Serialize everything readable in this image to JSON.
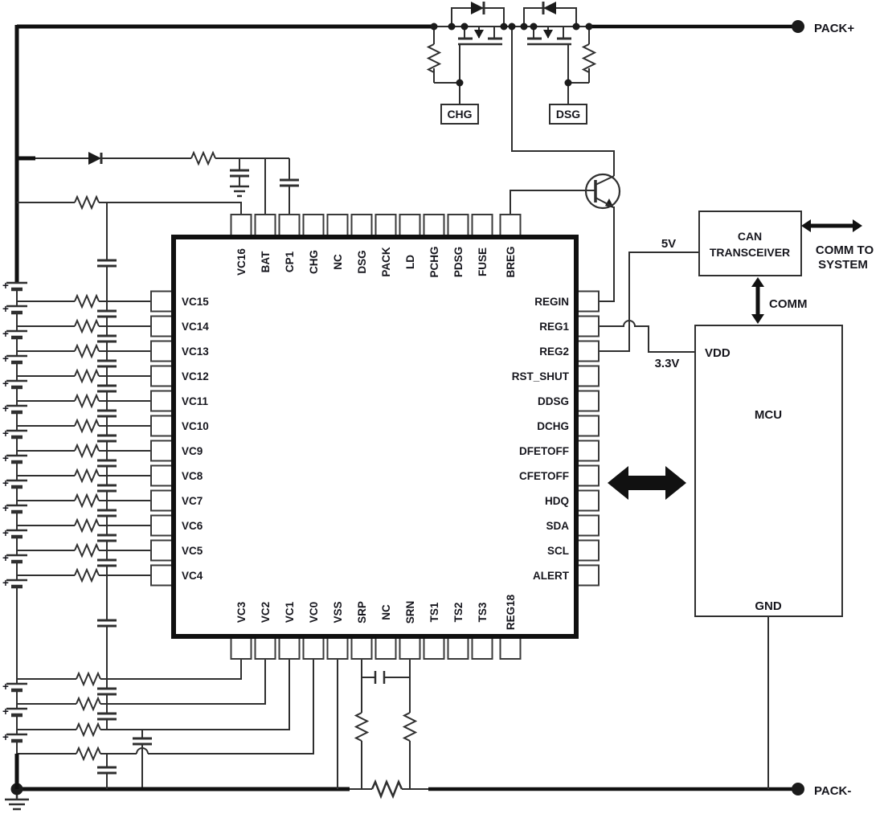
{
  "terminals": {
    "pack_plus": "PACK+",
    "pack_minus": "PACK-"
  },
  "fets": {
    "chg_label": "CHG",
    "dsg_label": "DSG"
  },
  "ic": {
    "top_pins": [
      "VC16",
      "BAT",
      "CP1",
      "CHG",
      "NC",
      "DSG",
      "PACK",
      "LD",
      "PCHG",
      "PDSG",
      "FUSE",
      "BREG"
    ],
    "bottom_pins": [
      "VC3",
      "VC2",
      "VC1",
      "VC0",
      "VSS",
      "SRP",
      "NC",
      "SRN",
      "TS1",
      "TS2",
      "TS3",
      "REG18"
    ],
    "left_pins": [
      "VC15",
      "VC14",
      "VC13",
      "VC12",
      "VC11",
      "VC10",
      "VC9",
      "VC8",
      "VC7",
      "VC6",
      "VC5",
      "VC4"
    ],
    "right_pins": [
      "REGIN",
      "REG1",
      "REG2",
      "RST_SHUT",
      "DDSG",
      "DCHG",
      "DFETOFF",
      "CFETOFF",
      "HDQ",
      "SDA",
      "SCL",
      "ALERT"
    ]
  },
  "blocks": {
    "can_line1": "CAN",
    "can_line2": "TRANSCEIVER",
    "mcu_label": "MCU",
    "mcu_vdd": "VDD",
    "mcu_gnd": "GND"
  },
  "nets": {
    "v5": "5V",
    "v3_3": "3.3V",
    "comm": "COMM",
    "comm_to_system_line1": "COMM TO",
    "comm_to_system_line2": "SYSTEM"
  },
  "battery": {
    "cell_polarity": "+"
  },
  "colors": {
    "line": "#2f2f2f",
    "rail": "#101010",
    "text": "#16161d",
    "background": "#ffffff"
  }
}
